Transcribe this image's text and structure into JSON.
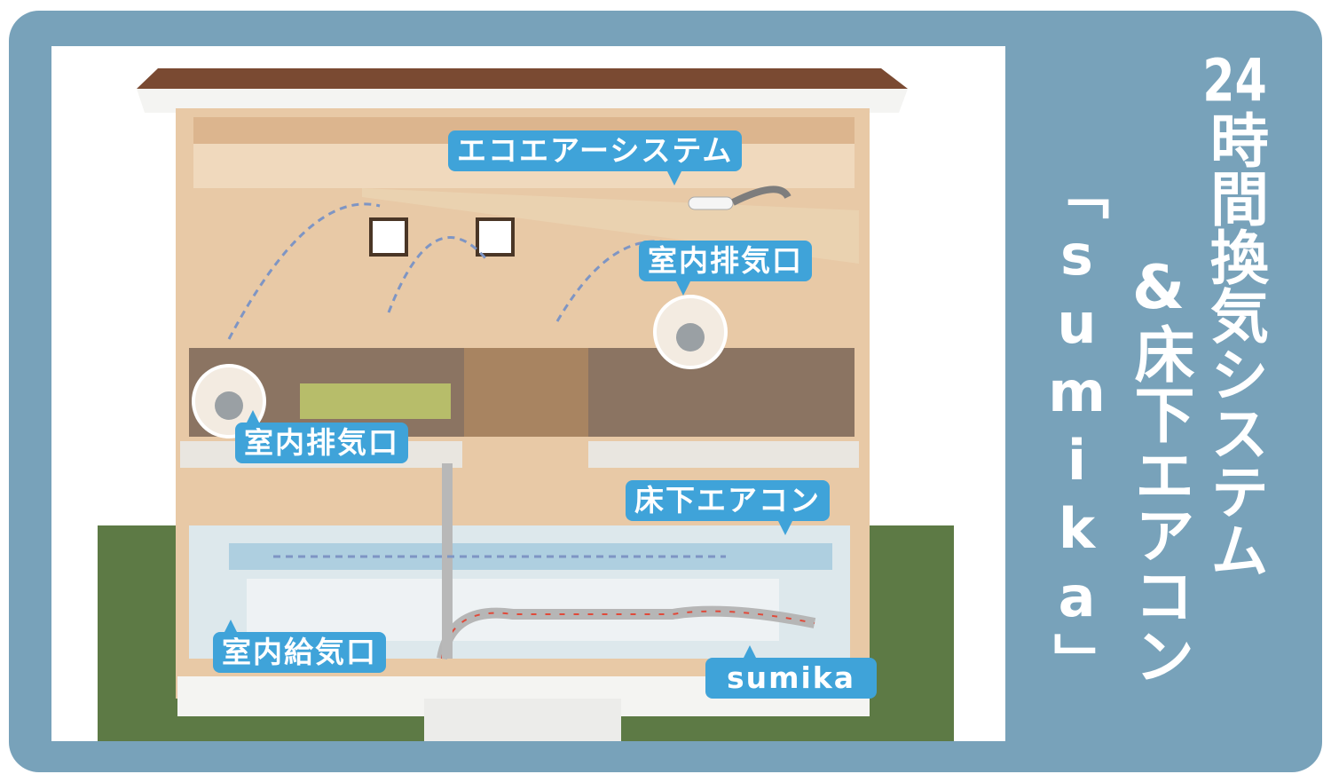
{
  "title": {
    "line1_number": "24",
    "line1_text": "時間換気システム",
    "line2": "&床下エアコン",
    "line3": "「sumika」"
  },
  "labels": {
    "eco_air_system": "エコエアーシステム",
    "exhaust_upper": "室内排気口",
    "exhaust_lower": "室内排気口",
    "underfloor_ac": "床下エアコン",
    "supply_vent": "室内給気口",
    "sumika": "sumika"
  },
  "colors": {
    "frame": "#78a2ba",
    "label": "#3fa3d9",
    "roof": "#7a4a32",
    "wood": "#e8c9a6",
    "grass": "#5d7a45"
  }
}
